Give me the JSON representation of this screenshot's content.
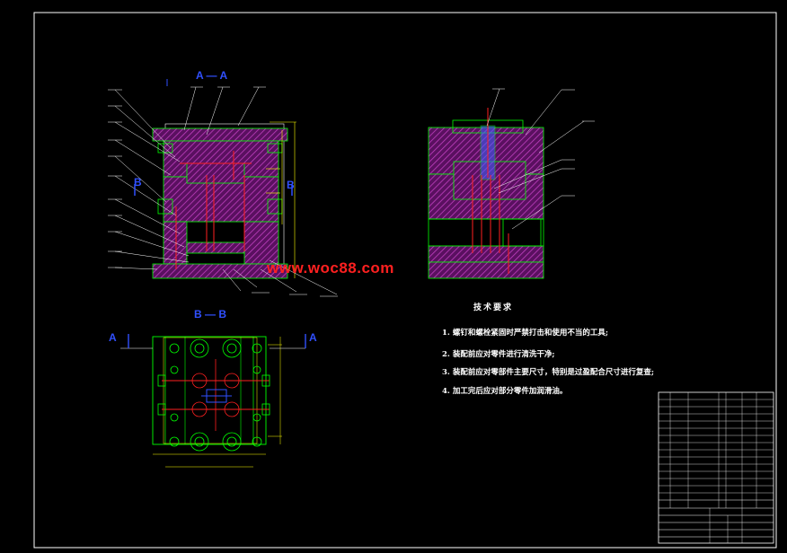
{
  "watermark": "www.woc88.com",
  "section_labels": {
    "aa_top": "A — A",
    "bb_top": "B — B",
    "a_left": "A",
    "a_right": "A",
    "b_left": "B",
    "b_right": "B"
  },
  "tech_requirements": {
    "title": "技术要求",
    "items": [
      "1. 螺钉和螺栓紧固时严禁打击和使用不当的工具;",
      "2. 装配前应对零件进行清洗干净;",
      "3. 装配前应对零部件主要尺寸，特别是过盈配合尺寸进行复查;",
      "4. 加工完后应对部分零件加润滑油。"
    ]
  },
  "colors": {
    "background": "#000000",
    "frame": "#ffffff",
    "outline": "#00ff00",
    "hatch": "#b030b0",
    "centerline": "#ff2020",
    "dimension": "#ffff00",
    "section_mark": "#3050ff"
  }
}
